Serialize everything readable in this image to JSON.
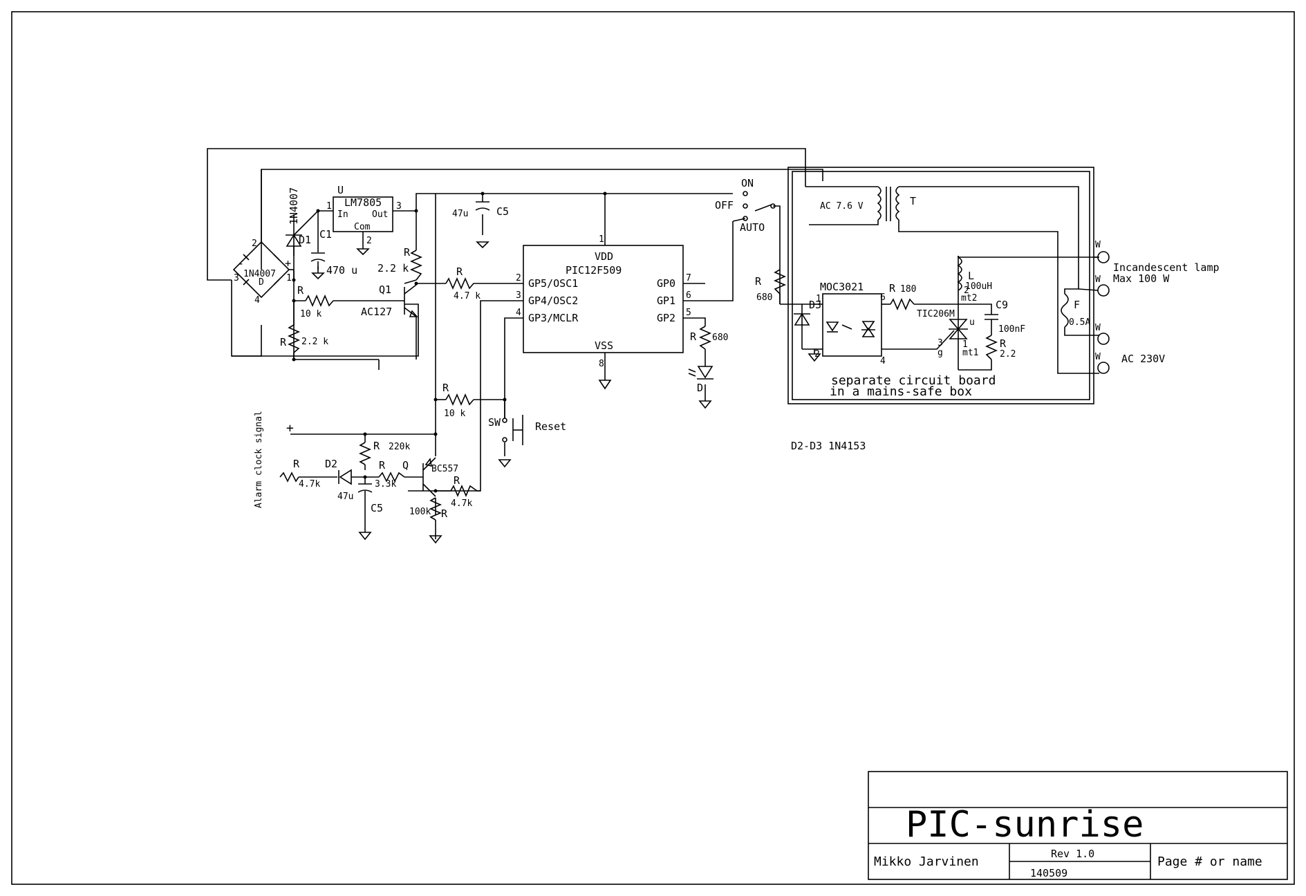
{
  "title_block": {
    "title": "PIC-sunrise",
    "author": "Mikko Jarvinen",
    "revision": "Rev 1.0",
    "date": "140509",
    "page": "Page # or name"
  },
  "bridge": {
    "label": "1N4007",
    "label2": "1N4007",
    "pin1": "1",
    "pin2": "2",
    "pin3": "3",
    "pin4": "4",
    "minus": "-",
    "plus": "+",
    "D": "D"
  },
  "d1": {
    "ref": "D1"
  },
  "regulator": {
    "ref": "U",
    "part": "LM7805",
    "in": "In",
    "out": "Out",
    "com": "Com",
    "pin1": "1",
    "pin2": "2",
    "pin3": "3"
  },
  "c1": {
    "ref": "C1",
    "value": "470 u"
  },
  "c5_top": {
    "ref": "C5",
    "value": "47u"
  },
  "c5_bottom": {
    "ref": "C5",
    "value": "47u"
  },
  "r_10k_bias": {
    "ref": "R",
    "value": "10 k"
  },
  "r_2k2_low": {
    "ref": "R",
    "value": "2.2 k"
  },
  "r_2k2_pullup": {
    "ref": "R",
    "value": "2.2 k"
  },
  "q1": {
    "ref": "Q1",
    "part": "AC127"
  },
  "r_4k7_gp5": {
    "ref": "R",
    "value": "4.7 k"
  },
  "mcu": {
    "part": "PIC12F509",
    "vdd": "VDD",
    "vss": "VSS",
    "gp5": "GP5/OSC1",
    "gp4": "GP4/OSC2",
    "gp3": "GP3/MCLR",
    "gp0": "GP0",
    "gp1": "GP1",
    "gp2": "GP2",
    "p1": "1",
    "p2": "2",
    "p3": "3",
    "p4": "4",
    "p5": "5",
    "p6": "6",
    "p7": "7",
    "p8": "8"
  },
  "switch": {
    "on": "ON",
    "off": "OFF",
    "auto": "AUTO"
  },
  "r_680_led": {
    "ref": "R",
    "value": "680"
  },
  "led": {
    "ref": "D"
  },
  "r_10k_reset": {
    "ref": "R",
    "value": "10 k"
  },
  "reset_sw": {
    "ref": "SW",
    "label": "Reset"
  },
  "alarm": {
    "signal_label": "Alarm clock signal",
    "plus": "+",
    "r_in": {
      "ref": "R",
      "value": "4.7k"
    },
    "d2": "D2",
    "r_220k": {
      "ref": "R",
      "value": "220k"
    },
    "r_3k3": {
      "ref": "R",
      "value": "3.3k"
    },
    "q": {
      "ref": "Q",
      "part": "BC557"
    },
    "r_4k7": {
      "ref": "R",
      "value": "4.7k"
    },
    "r_100k": {
      "ref": "R",
      "value": "100k"
    }
  },
  "mains": {
    "transformer_label": "AC 7.6 V",
    "transformer_ref": "T",
    "r_680": {
      "ref": "R",
      "value": "680"
    },
    "opto": "MOC3021",
    "d3": "D3",
    "opto_p1": "1",
    "opto_p2": "2",
    "opto_p4": "4",
    "opto_p6": "6",
    "r_180": {
      "ref": "R",
      "value": "180"
    },
    "inductor": {
      "ref": "L",
      "value": "100uH"
    },
    "triac": {
      "part": "TIC206M",
      "mt2": "mt2",
      "mt1": "mt1",
      "g": "g",
      "u": "u",
      "p1": "1",
      "p2": "2",
      "p3": "3"
    },
    "c9": {
      "ref": "C9",
      "value": "100nF"
    },
    "r_2_2": {
      "ref": "R",
      "value": "2.2"
    },
    "fuse": {
      "ref": "F",
      "value": "0.5A"
    },
    "terminal": "W",
    "lamp_label": "Incandescent lamp",
    "lamp_max": "Max 100 W",
    "ac_label": "AC 230V",
    "note_line1": "separate circuit board",
    "note_line2": "in a mains-safe box"
  },
  "diode_note": "D2-D3 1N4153"
}
